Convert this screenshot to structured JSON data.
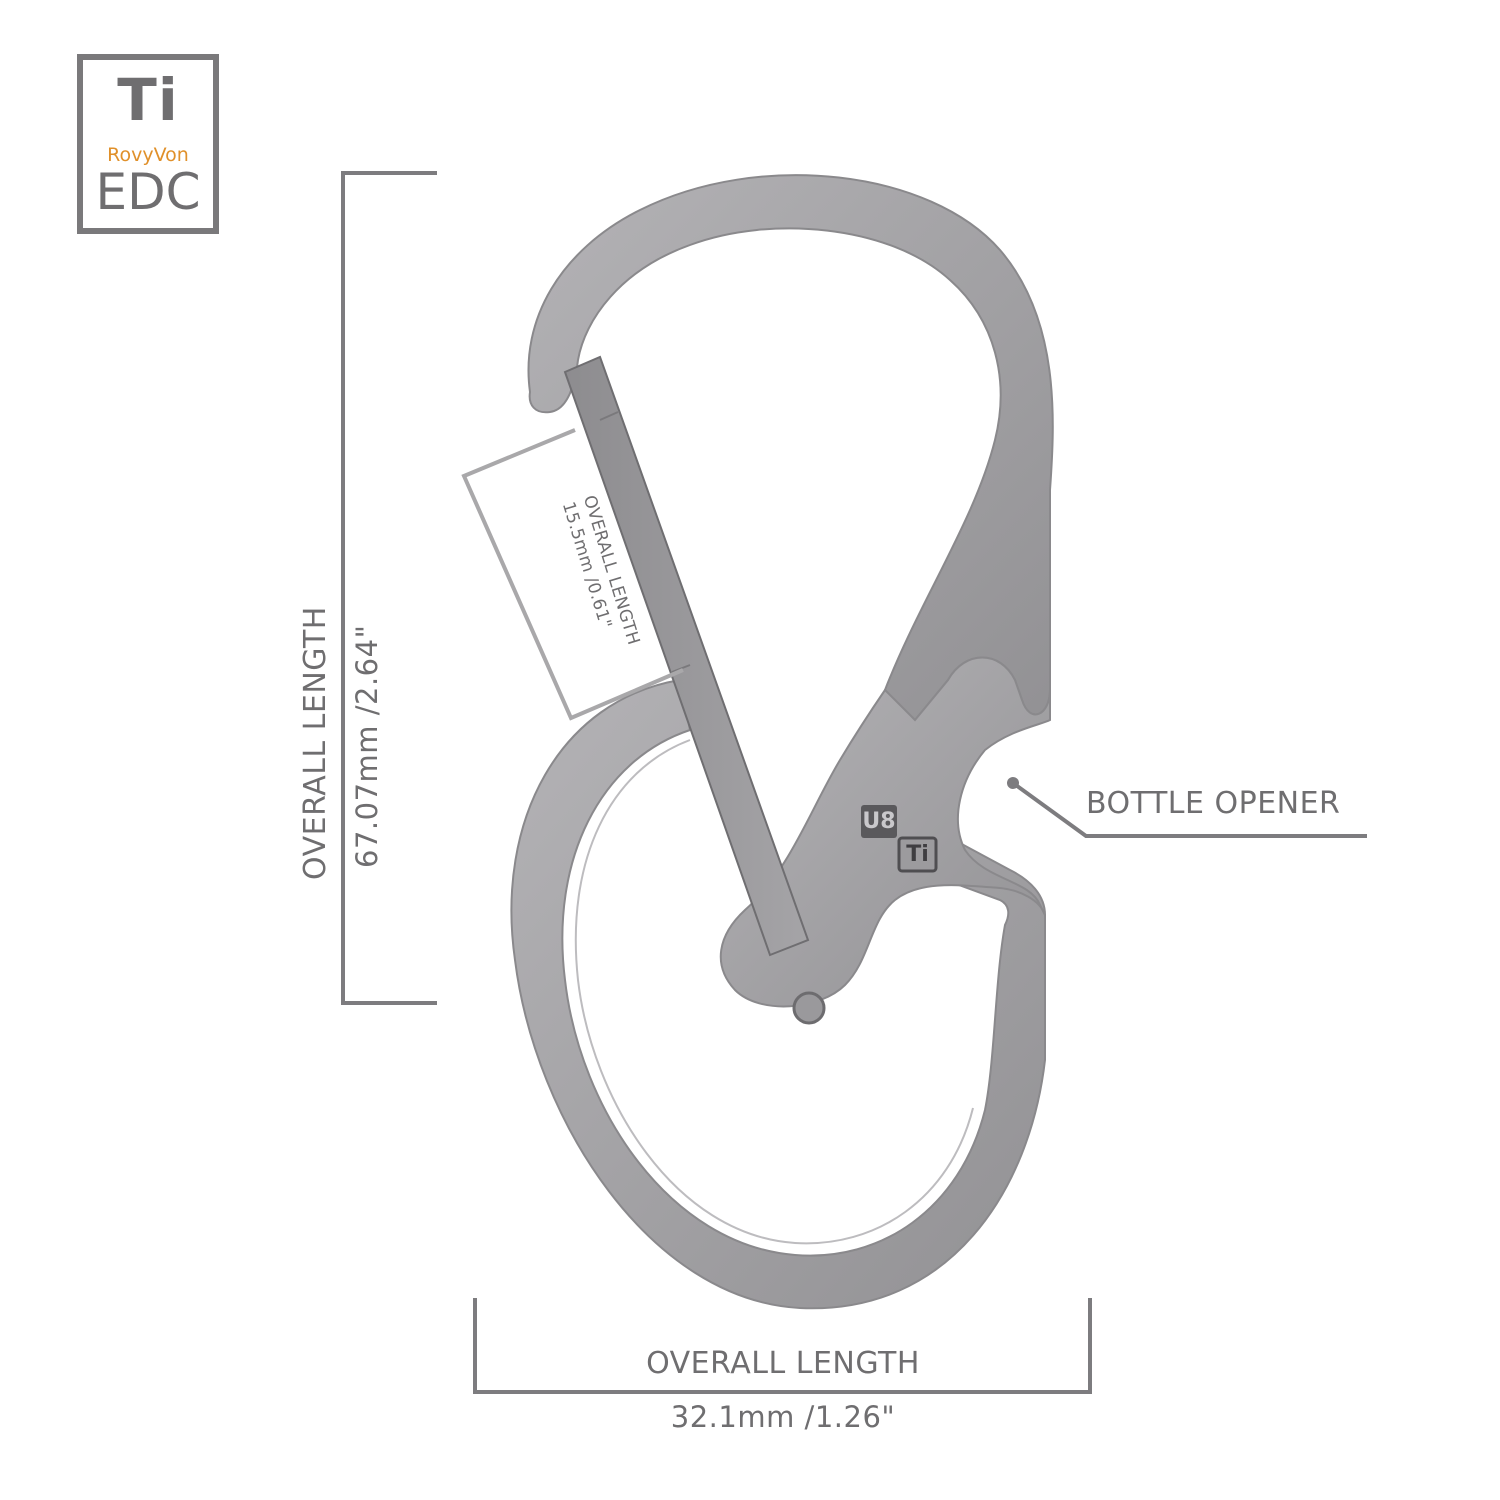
{
  "logo": {
    "material": "Ti",
    "brand": "RovyVon",
    "category": "EDC",
    "brand_color": "#e0902a",
    "text_color": "#6f6e70"
  },
  "product": {
    "model_mark": "U8",
    "material_mark": "Ti",
    "finish_color": "#a8a7aa"
  },
  "dimensions": {
    "height": {
      "label": "OVERALL LENGTH",
      "value": "67.07mm /2.64\""
    },
    "width": {
      "label": "OVERALL LENGTH",
      "value": "32.1mm /1.26\""
    },
    "gate": {
      "label": "OVERALL LENGTH",
      "value": "15.5mm /0.61\""
    }
  },
  "callouts": [
    {
      "label": "BOTTLE OPENER"
    }
  ],
  "colors": {
    "line": "#7d7c7f",
    "text": "#6f6e70",
    "gate_box": "#a9a8aa"
  }
}
